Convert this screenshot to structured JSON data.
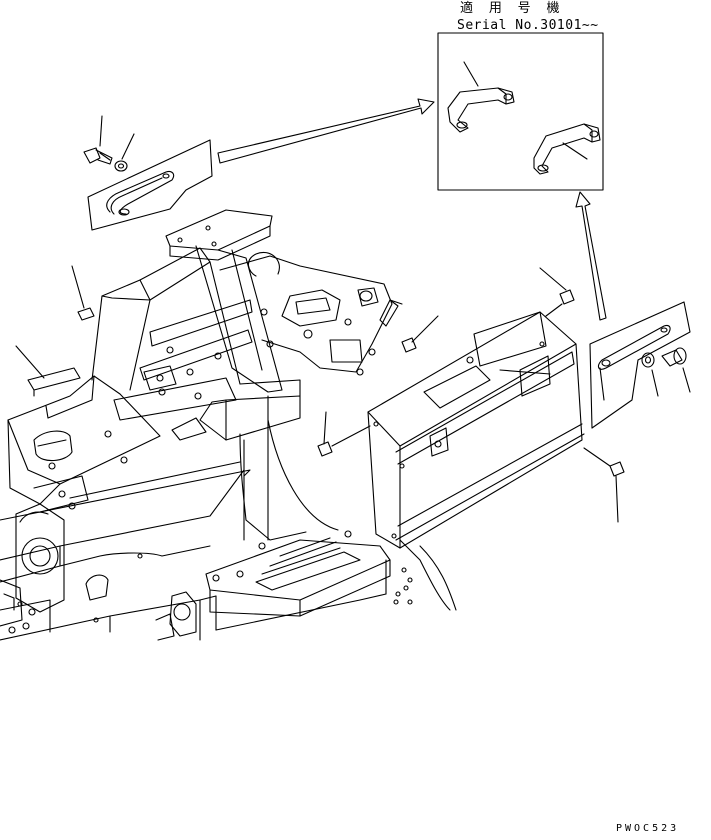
{
  "header": {
    "applicable_title": "適 用 号 機",
    "serial_label": "Serial No.30101~~"
  },
  "footer": {
    "drawing_code": "PWOC523"
  },
  "colors": {
    "line": "#000000",
    "background": "#ffffff"
  }
}
